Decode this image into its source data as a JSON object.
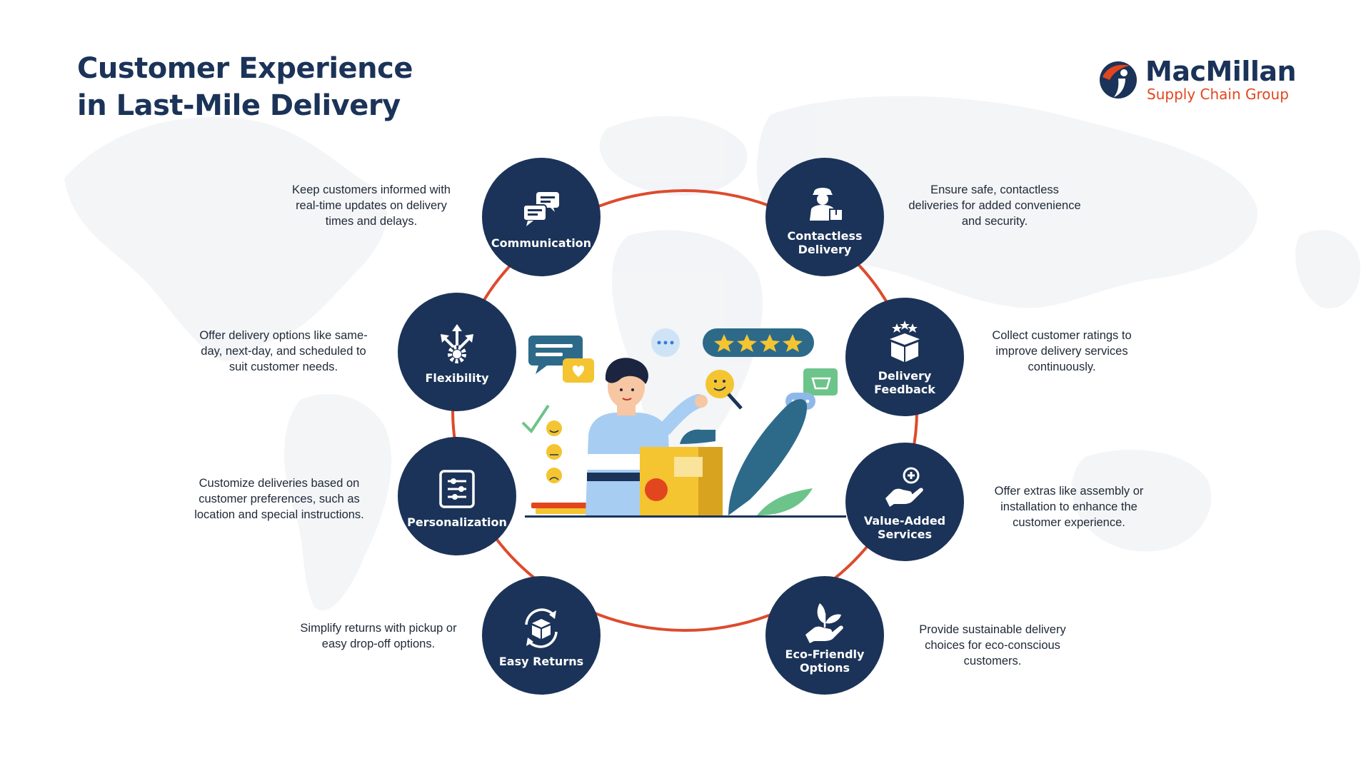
{
  "title": {
    "line1": "Customer Experience",
    "line2": "in Last-Mile Delivery"
  },
  "brand": {
    "name": "MacMillan",
    "tagline": "Supply Chain Group",
    "colors": {
      "navy": "#1b3358",
      "orange": "#e2461e"
    }
  },
  "ring_color": "#dd4b2d",
  "nodes": [
    {
      "id": "communication",
      "icon": "chat-bubbles-icon",
      "label": "Communication",
      "description": "Keep customers informed with real-time updates on delivery times and delays."
    },
    {
      "id": "contactless",
      "icon": "courier-package-icon",
      "label": "Contactless\nDelivery",
      "description": "Ensure safe, contactless deliveries for added convenience and security."
    },
    {
      "id": "flexibility",
      "icon": "arrows-gear-icon",
      "label": "Flexibility",
      "description": "Offer delivery options like same-day, next-day, and scheduled to suit customer needs."
    },
    {
      "id": "feedback",
      "icon": "star-box-icon",
      "label": "Delivery\nFeedback",
      "description": "Collect customer ratings to improve delivery services continuously."
    },
    {
      "id": "personalization",
      "icon": "sliders-icon",
      "label": "Personalization",
      "description": "Customize deliveries based on customer preferences, such as location and special instructions."
    },
    {
      "id": "value-added",
      "icon": "hand-plus-icon",
      "label": "Value-Added\nServices",
      "description": "Offer extras like assembly or installation to enhance the customer experience."
    },
    {
      "id": "returns",
      "icon": "box-return-icon",
      "label": "Easy Returns",
      "description": "Simplify returns with pickup or easy drop-off options."
    },
    {
      "id": "eco",
      "icon": "hand-leaf-icon",
      "label": "Eco-Friendly\nOptions",
      "description": "Provide sustainable delivery choices for eco-conscious customers."
    }
  ]
}
